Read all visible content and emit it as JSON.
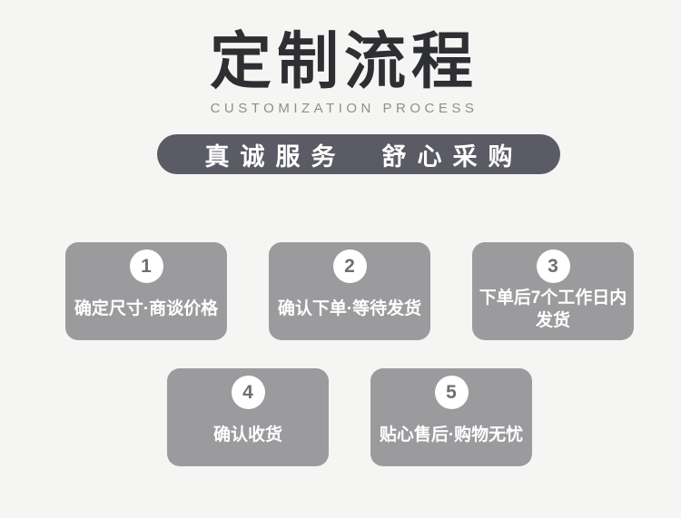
{
  "header": {
    "title": "定制流程",
    "subtitle": "CUSTOMIZATION PROCESS",
    "banner_text": "真诚服务  舒心采购"
  },
  "steps": [
    {
      "number": "1",
      "lines": [
        "确定尺寸·商谈价格"
      ]
    },
    {
      "number": "2",
      "lines": [
        "确认下单·等待发货"
      ]
    },
    {
      "number": "3",
      "lines": [
        "下单后7个工作日内",
        "发货"
      ]
    },
    {
      "number": "4",
      "lines": [
        "确认收货"
      ]
    },
    {
      "number": "5",
      "lines": [
        "贴心售后·购物无忧"
      ]
    }
  ],
  "colors": {
    "background": "#f5f6f4",
    "title": "#2e2f32",
    "subtitle": "#8e8e8e",
    "banner_bg": "#5a5b64",
    "banner_text": "#ffffff",
    "card_bg": "#9b9b9e",
    "card_text": "#ffffff",
    "circle_bg": "#ffffff",
    "step_number": "#6e6e73"
  }
}
